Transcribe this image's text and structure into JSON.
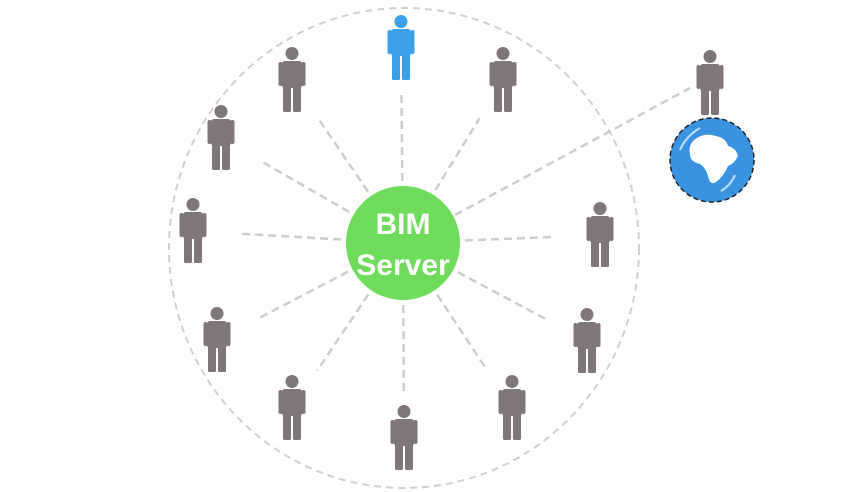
{
  "server": {
    "line1": "BIM",
    "line2": "Server",
    "color": "#6fdc5c"
  },
  "colors": {
    "person": "#7e7679",
    "highlight_person": "#3aa0e8",
    "globe": "#3a93e0",
    "connector": "#cccccc"
  },
  "nodes": {
    "internal_users": 11,
    "highlighted_user_index": 0,
    "remote_users": 1
  }
}
